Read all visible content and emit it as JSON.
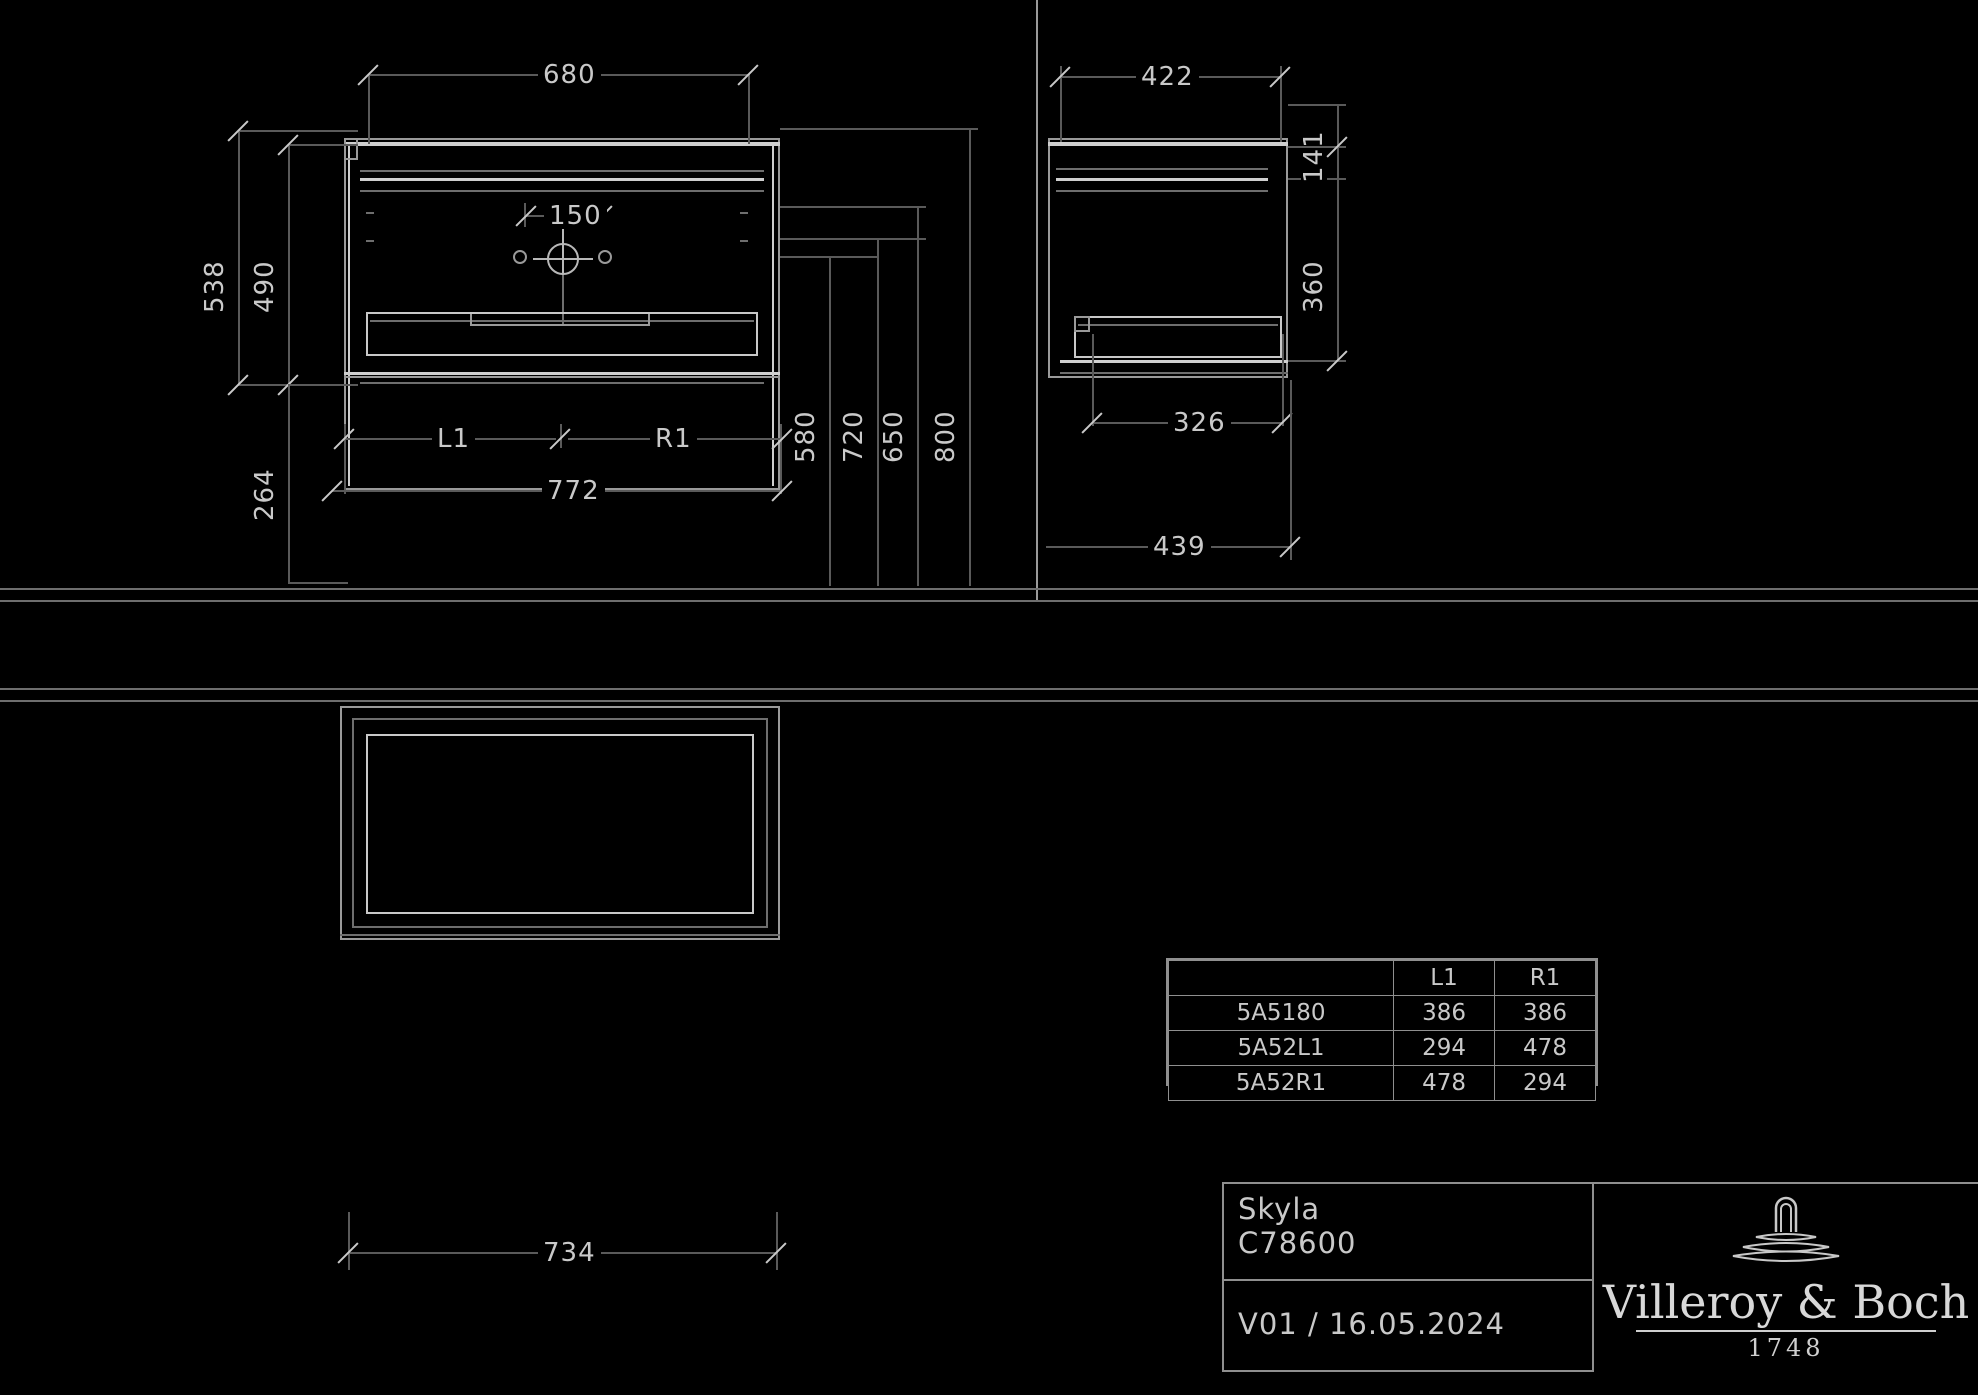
{
  "drawing": {
    "type": "technical-drawing",
    "product_name": "Skyla",
    "article_number": "C78600",
    "revision": "V01 /  16.05.2024",
    "brand": "Villeroy & Boch",
    "brand_year": "1748",
    "brand_mark": "fountain-logo"
  },
  "views": {
    "front": {
      "name": "front-elevation"
    },
    "side": {
      "name": "side-elevation"
    },
    "plan": {
      "name": "plan-view"
    }
  },
  "dimensions": {
    "front_top_width": "680",
    "front_basin_offset": "150",
    "front_height_outer": "538",
    "front_height_inner": "490",
    "front_height_lower": "264",
    "front_segment_left": "L1",
    "front_segment_right": "R1",
    "front_total_width": "772",
    "plan_depth_width": "734",
    "side_top_depth": "422",
    "side_height": "360",
    "side_inner_depth": "326",
    "side_bottom_depth": "439",
    "side_small_height": "141",
    "stack_1": "580",
    "stack_2": "720",
    "stack_3": "650",
    "stack_4": "800"
  },
  "table": {
    "headers": [
      "",
      "L1",
      "R1"
    ],
    "rows": [
      {
        "name": "5A5180",
        "l1": "386",
        "r1": "386"
      },
      {
        "name": "5A52L1",
        "l1": "294",
        "r1": "478"
      },
      {
        "name": "5A52R1",
        "l1": "478",
        "r1": "294"
      }
    ]
  },
  "colors": {
    "background": "#000000",
    "line": "#9a9a9a",
    "line_thin": "#6e6e6e",
    "line_bright": "#cfcfcf",
    "text": "#c9c9c9"
  }
}
